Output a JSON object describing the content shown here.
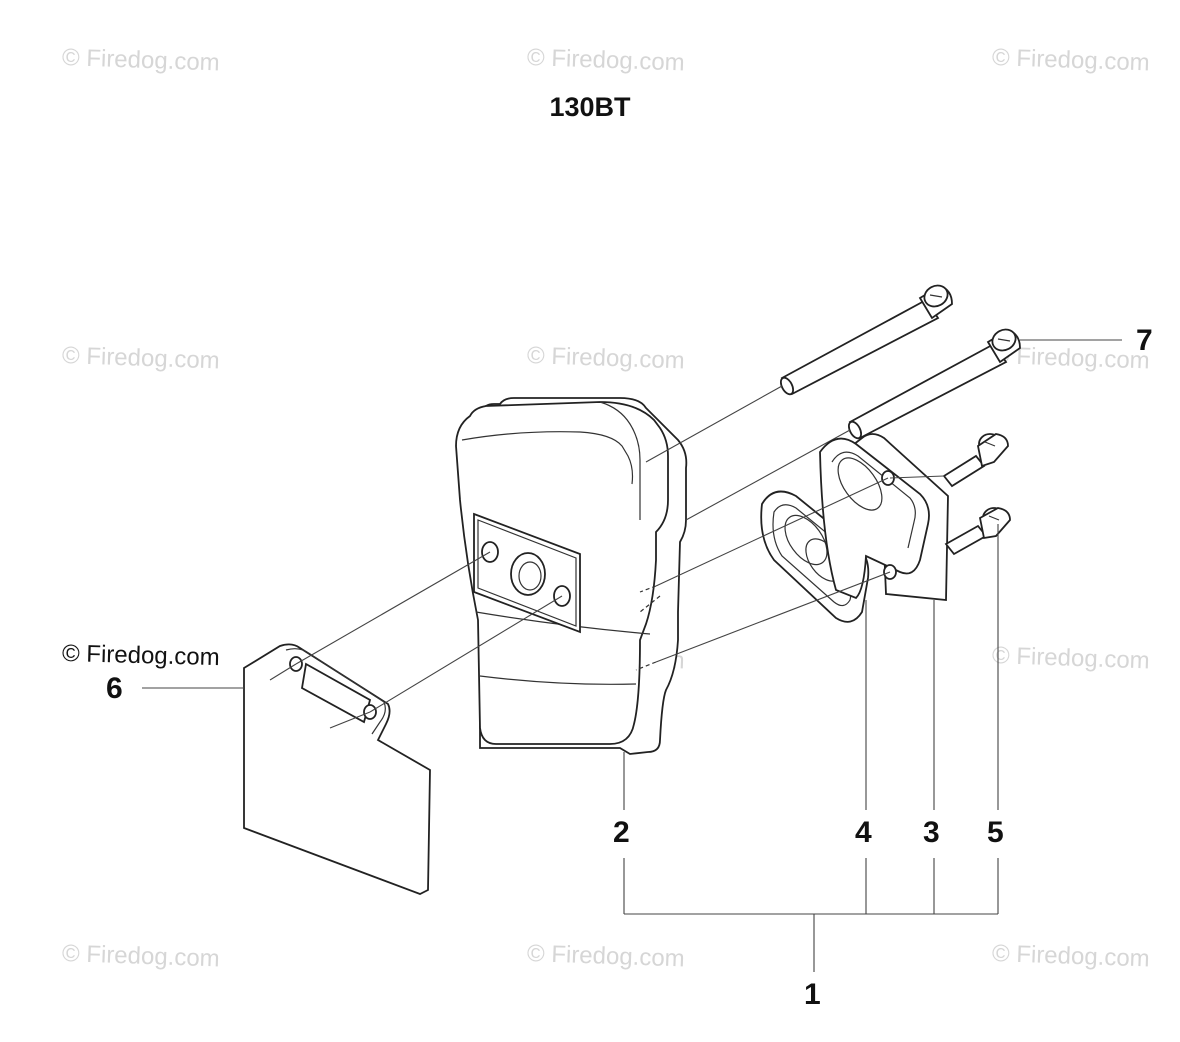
{
  "diagram": {
    "title": "130BT",
    "watermark_text": "© Firedog.com",
    "callouts": {
      "c1": "1",
      "c2": "2",
      "c3": "3",
      "c4": "4",
      "c5": "5",
      "c6": "6",
      "c7": "7"
    }
  }
}
